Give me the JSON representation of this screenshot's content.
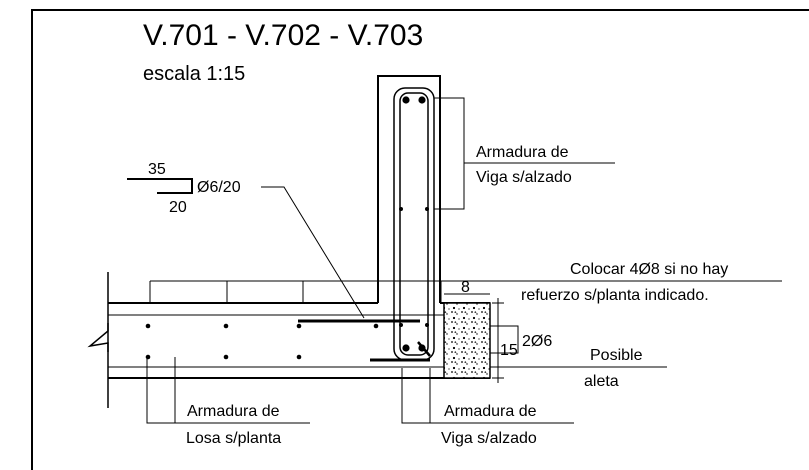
{
  "drawing": {
    "title": "V.701 - V.702 - V.703",
    "scale": "escala 1:15",
    "colors": {
      "line": "#000000",
      "background": "#ffffff"
    }
  },
  "labels": {
    "hook_top": "35",
    "hook_bottom": "20",
    "stirrup_spec": "Ø6/20",
    "beam_upper_1": "Armadura de",
    "beam_upper_2": "Viga s/alzado",
    "place_1": "Colocar 4Ø8 si no hay",
    "place_2": "refuerzo s/planta indicado.",
    "dim_top": "8",
    "dim_side": "15",
    "bars": "2Ø6",
    "wing_1": "Posible",
    "wing_2": "aleta",
    "slab_1": "Armadura de",
    "slab_2": "Losa s/planta",
    "beam_lower_1": "Armadura de",
    "beam_lower_2": "Viga s/alzado"
  }
}
